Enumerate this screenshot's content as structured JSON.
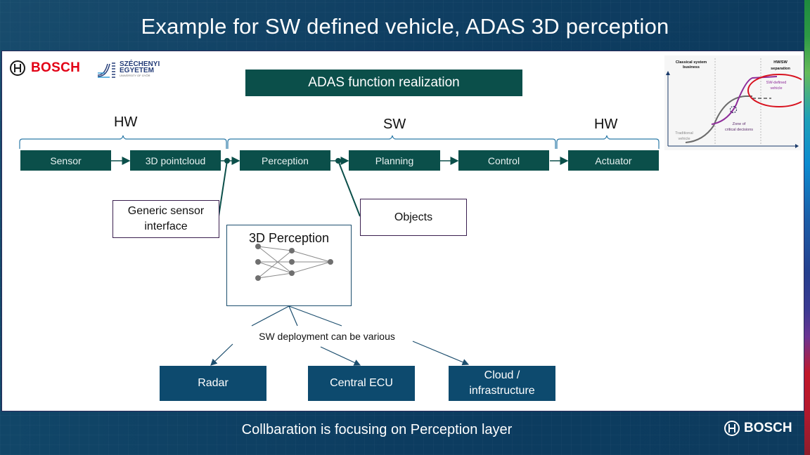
{
  "slide": {
    "title": "Example for SW defined vehicle, ADAS 3D perception",
    "footer": "Collbaration is focusing on Perception layer",
    "footer_logo": "BOSCH"
  },
  "logos": {
    "bosch": {
      "icon": "bosch-armature-icon",
      "text": "BOSCH",
      "color": "#e20015"
    },
    "szechenyi": {
      "line1": "SZÉCHENYI",
      "line2": "EGYETEM",
      "line3": "UNIVERSITY OF GYŐR"
    }
  },
  "header_band": "ADAS function realization",
  "groups": [
    {
      "label": "HW"
    },
    {
      "label": "SW"
    },
    {
      "label": "HW"
    }
  ],
  "pipeline": [
    {
      "label": "Sensor"
    },
    {
      "label": "3D pointcloud"
    },
    {
      "label": "Perception"
    },
    {
      "label": "Planning"
    },
    {
      "label": "Control"
    },
    {
      "label": "Actuator"
    }
  ],
  "callouts": {
    "sensor_interface": {
      "line1": "Generic sensor",
      "line2": "interface"
    },
    "objects": "Objects"
  },
  "perception_box": {
    "title": "3D Perception",
    "icon": "neural-network-icon"
  },
  "deployment": {
    "label": "SW deployment can be various",
    "targets": [
      {
        "line1": "Radar",
        "line2": ""
      },
      {
        "line1": "Central ECU",
        "line2": ""
      },
      {
        "line1": "Cloud /",
        "line2": "infrastructure"
      }
    ]
  },
  "inset_chart": {
    "left_header_line1": "Classical system",
    "left_header_line2": "business",
    "right_header_line1": "HW/SW",
    "right_header_line2": "separation",
    "sw_label_line1": "SW-defined",
    "sw_label_line2": "vehicle",
    "zone_label_line1": "Zone of",
    "zone_label_line2": "critical decisions",
    "trad_label_line1": "Traditional",
    "trad_label_line2": "vehicle",
    "colors": {
      "traditional": "#6b6b6b",
      "sw_defined": "#8e2c9a",
      "highlight": "#d8121f",
      "axis": "#1a3a6a"
    }
  },
  "colors": {
    "step_fill": "#0b4f4a",
    "deploy_fill": "#0d4a6e",
    "background": "#0e3f63"
  }
}
